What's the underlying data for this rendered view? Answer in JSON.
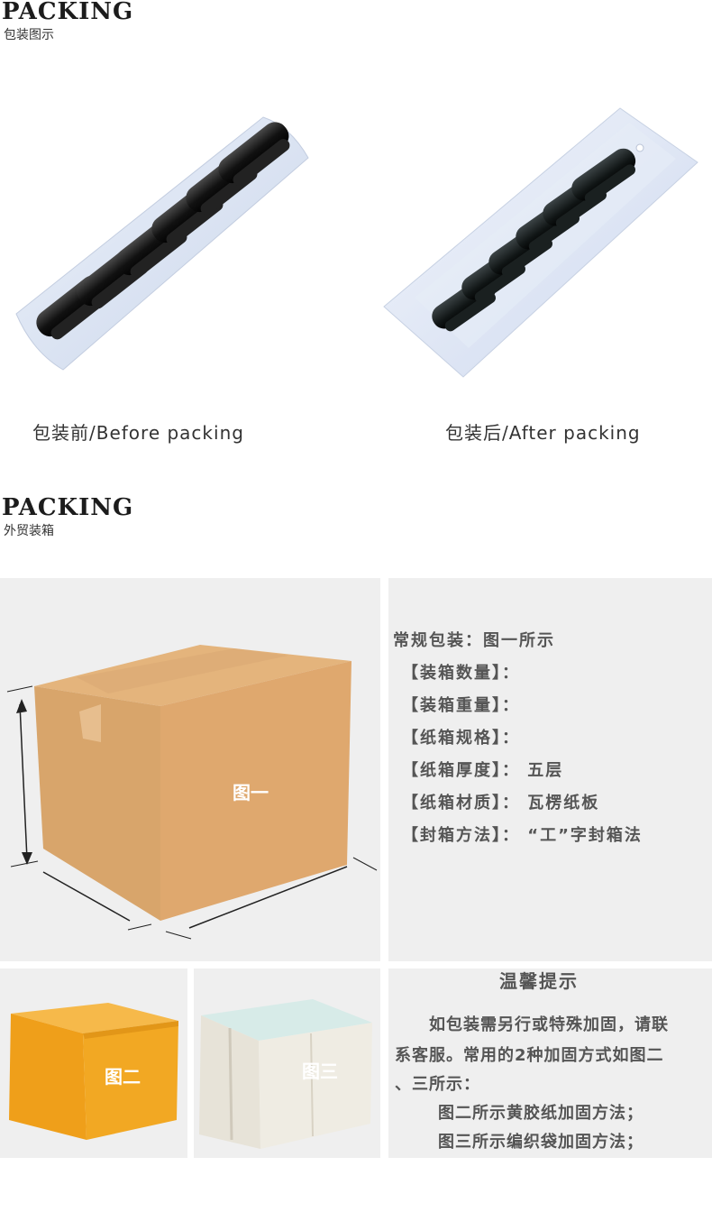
{
  "section1": {
    "title": "PACKING",
    "subtitle": "包装图示",
    "before_caption": "包装前/Before packing",
    "after_caption": "包装后/After packing"
  },
  "section2": {
    "title": "PACKING",
    "subtitle": "外贸装箱",
    "figure1_label": "图一",
    "figure2_label": "图二",
    "figure3_label": "图三",
    "info": {
      "heading": "常规包装：图一所示",
      "lines": [
        "【装箱数量】：",
        "【装箱重量】：",
        "【纸箱规格】：",
        "【纸箱厚度】：  五层",
        "【纸箱材质】：  瓦楞纸板",
        "【封箱方法】：  “工”字封箱法"
      ]
    },
    "tips": {
      "heading": "温馨提示",
      "line1": "如包装需另行或特殊加固，请联",
      "line2": "系客服。常用的2种加固方式如图二",
      "line3": "、三所示：",
      "line4": "图二所示黄胶纸加固方法；",
      "line5": "图三所示编织袋加固方法；"
    }
  },
  "colors": {
    "carton": "#d6a268",
    "yellow_tape_box": "#f0a31e",
    "woven_bag": "#e6e2d8",
    "panel_bg": "#efefef"
  }
}
